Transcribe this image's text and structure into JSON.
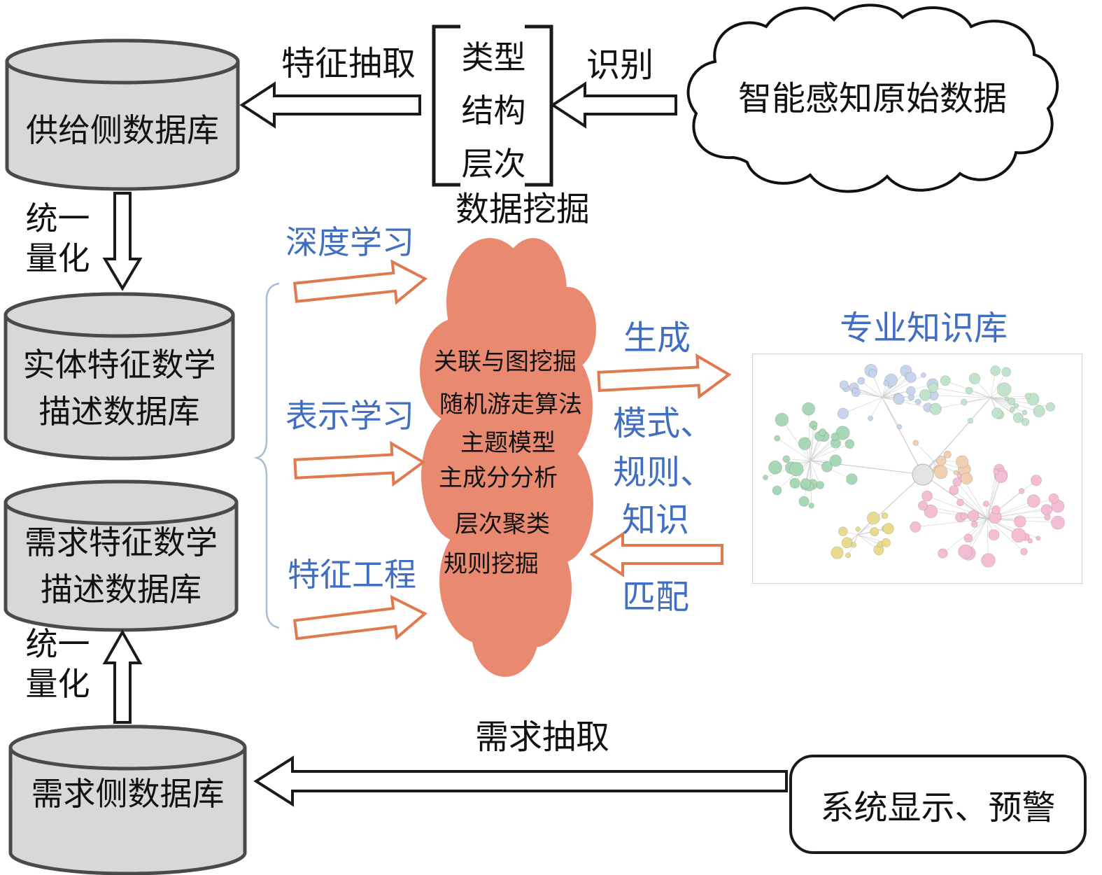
{
  "palette": {
    "blue_text": "#3f6ec2",
    "orange_arrow": "#e0794e",
    "blob_fill": "#e98a70",
    "cylinder_fill": "#d8d8d8"
  },
  "databases": {
    "supply": "供给侧数据库",
    "entity_feature": [
      "实体特征数学",
      "描述数据库"
    ],
    "demand_feature": [
      "需求特征数学",
      "描述数据库"
    ],
    "demand": "需求侧数据库"
  },
  "source": {
    "cloud": "智能感知原始数据",
    "bracket_items": [
      "类型",
      "结构",
      "层次"
    ],
    "data_mining": "数据挖掘"
  },
  "flows": {
    "feature_extraction": "特征抽取",
    "recognition": "识别",
    "unify_top": [
      "统一",
      "量化"
    ],
    "unify_bottom": [
      "统一",
      "量化"
    ],
    "generate": "生成",
    "generate_outputs": [
      "模式、",
      "规则、",
      "知识"
    ],
    "match": "匹配",
    "demand_extraction": "需求抽取"
  },
  "methods": [
    "深度学习",
    "表示学习",
    "特征工程"
  ],
  "algorithms": [
    "关联与图挖掘",
    "随机游走算法",
    "主题模型",
    "主成分分析",
    "层次聚类",
    "规则挖掘"
  ],
  "knowledge_base": {
    "title": "专业知识库"
  },
  "output": {
    "system_display": "系统显示、预警"
  }
}
